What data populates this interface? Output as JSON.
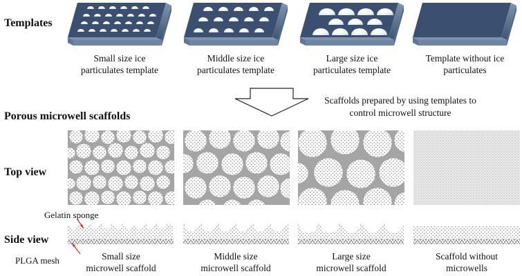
{
  "section_labels": {
    "templates": "Templates",
    "porous": "Porous microwell scaffolds",
    "top_view": "Top view",
    "side_view": "Side view"
  },
  "templates": [
    {
      "caption": "Small size ice\nparticulates template"
    },
    {
      "caption": "Middle size ice\nparticulates template"
    },
    {
      "caption": "Large size ice\nparticulates template"
    },
    {
      "caption": "Template without ice\nparticulates"
    }
  ],
  "process_note": "Scaffolds prepared by using templates to\ncontrol microwell structure",
  "scaffolds": [
    {
      "caption": "Small size\nmicrowell scaffold"
    },
    {
      "caption": "Middle size\nmicrowell scaffold"
    },
    {
      "caption": "Large size\nmicrowell scaffold"
    },
    {
      "caption": "Scaffold without\nmicrowells"
    }
  ],
  "callouts": {
    "gelatin": "Gelatin sponge",
    "plga": "PLGA mesh"
  },
  "colors": {
    "template_dark": "#3a4f67",
    "template_mid": "#52698a",
    "template_light": "#6f86a3",
    "pattern_gray": "#9e9e9e",
    "arrow_red": "#e02020"
  }
}
